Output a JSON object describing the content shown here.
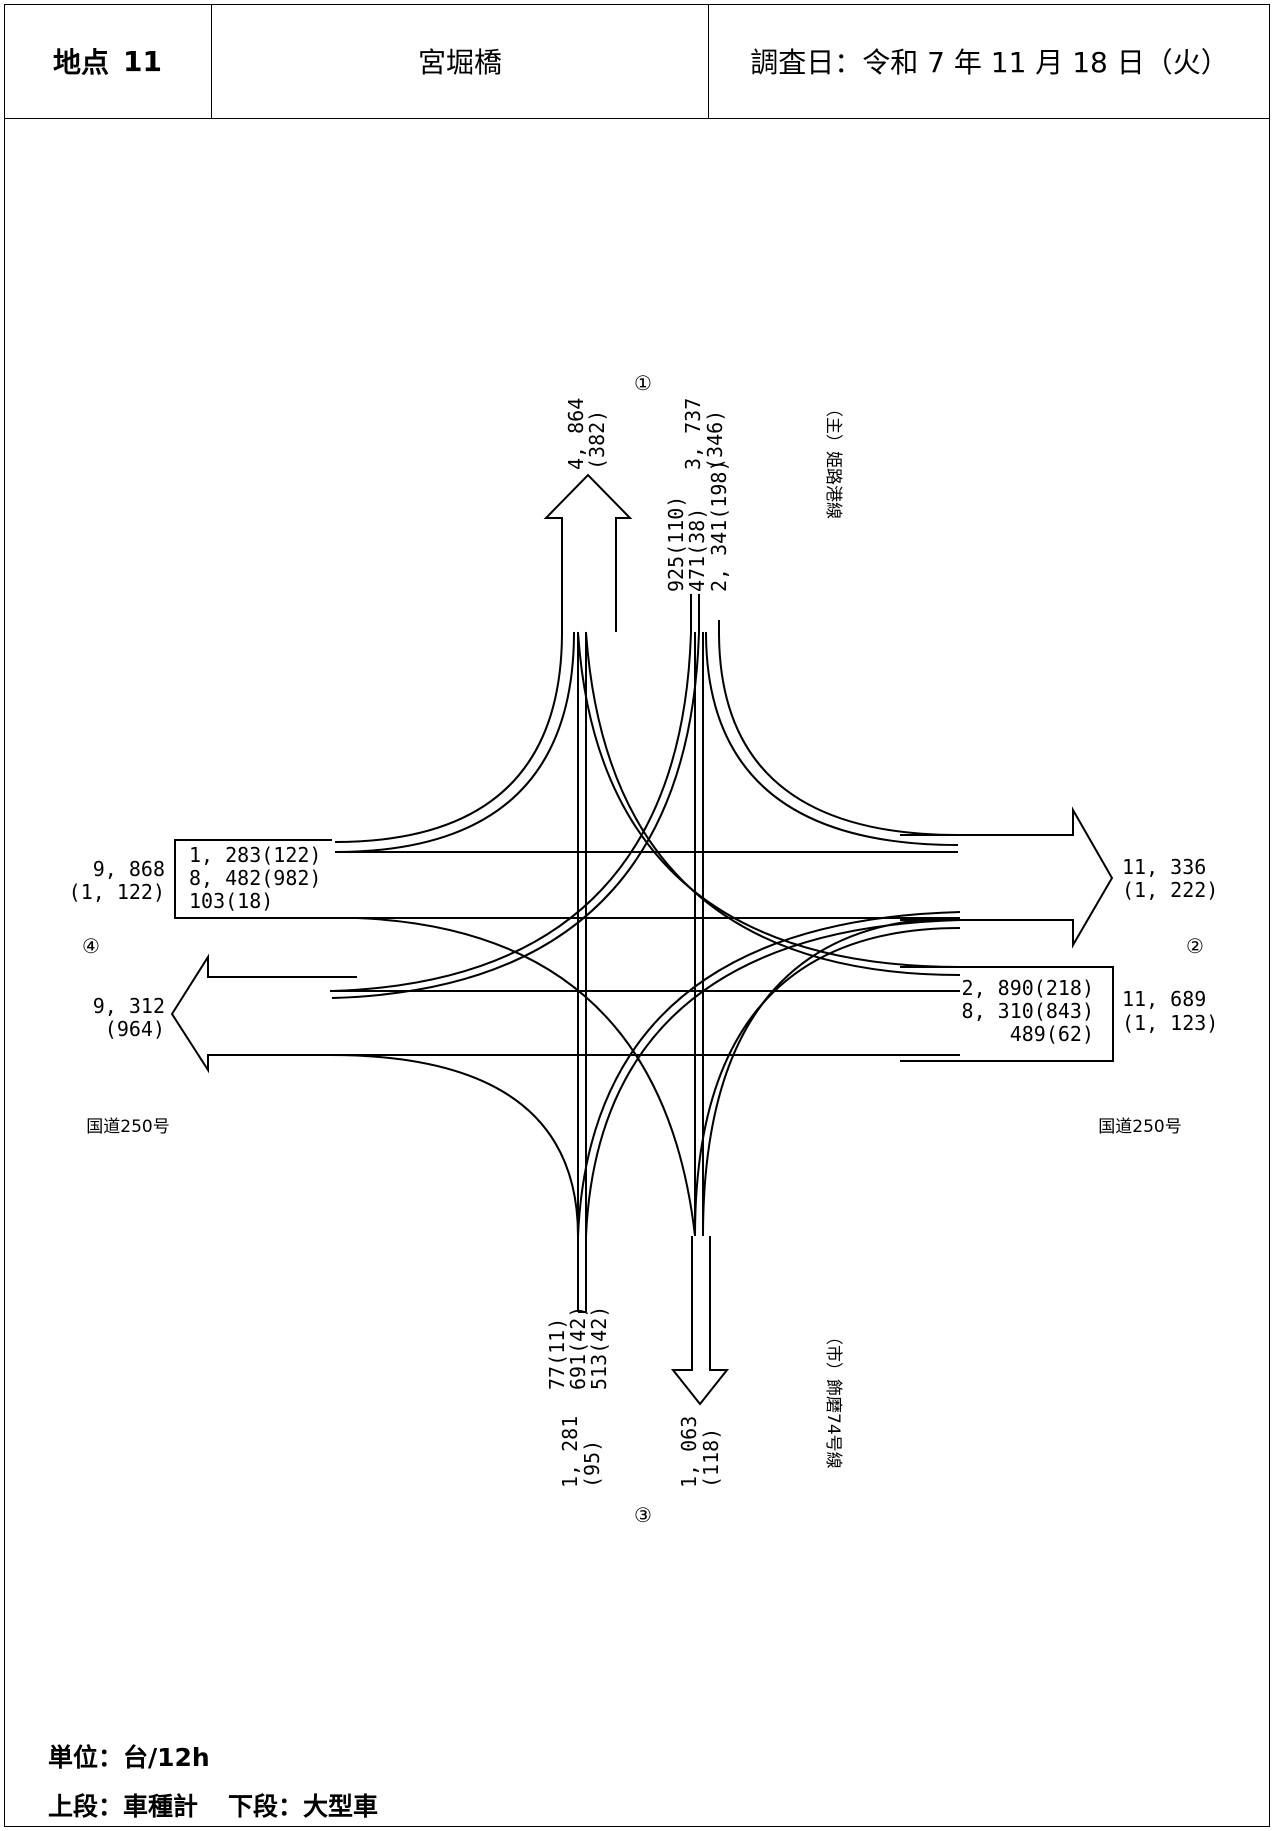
{
  "header": {
    "point_label": "地点",
    "point_no": "11",
    "location": "宮堀橋",
    "date": "調査日：令和 7 年 11 月 18 日（火）"
  },
  "approaches": {
    "north": {
      "marker": "①",
      "road": "（主）姫路港線"
    },
    "east": {
      "marker": "②",
      "road": "国道250号"
    },
    "south": {
      "marker": "③",
      "road": "（市）飾磨74号線"
    },
    "west": {
      "marker": "④",
      "road": "国道250号"
    }
  },
  "flows": {
    "north_out": {
      "total": "4, 864",
      "large": "(382)"
    },
    "north_in": {
      "total": "3, 737",
      "large": "(346)",
      "movements": [
        "925(110)",
        "471(38)",
        "2, 341(198)"
      ]
    },
    "east_out": {
      "total": "11, 336",
      "large": "(1, 222)"
    },
    "east_in": {
      "total": "11, 689",
      "large": "(1, 123)",
      "movements": [
        "2, 890(218)",
        "8, 310(843)",
        "489(62)"
      ]
    },
    "south_out": {
      "total": "1, 063",
      "large": "(118)"
    },
    "south_in": {
      "total": "1, 281",
      "large": "(95)",
      "movements": [
        "77(11)",
        "691(42)",
        "513(42)"
      ]
    },
    "west_out": {
      "total": "9, 312",
      "large": "(964)"
    },
    "west_in": {
      "total": "9, 868",
      "large": "(1, 122)",
      "movements": [
        "1, 283(122)",
        "8, 482(982)",
        "103(18)"
      ]
    }
  },
  "footer": {
    "unit_label": "単位：台/12h",
    "legend_upper": "上段：車種計",
    "legend_lower": "下段：大型車"
  }
}
